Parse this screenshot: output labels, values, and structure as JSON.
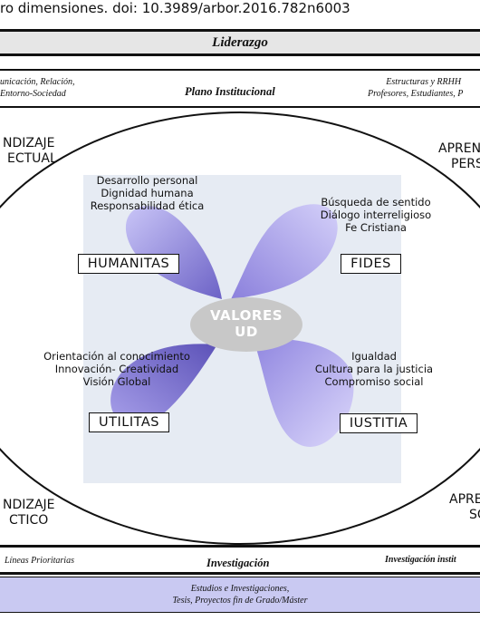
{
  "header": {
    "citation": "ro dimensiones. doi: 10.3989/arbor.2016.782n6003",
    "liderazgo": "Liderazgo"
  },
  "plano": {
    "left_line1": "unicación, Relación,",
    "left_line2": "Entorno-Sociedad",
    "center": "Plano Institucional",
    "right_line1": "Estructuras y RRHH",
    "right_line2": "Profesores, Estudiantes, P"
  },
  "corners": {
    "top_left_1": "NDIZAJE",
    "top_left_2": "ECTUAL",
    "top_right_1": "APREN",
    "top_right_2": "PERS",
    "bottom_left_1": "NDIZAJE",
    "bottom_left_2": "CTICO",
    "bottom_right_1": "APRE",
    "bottom_right_2": "SO"
  },
  "petals": {
    "humanitas": {
      "label": "HUMANITAS",
      "lines": [
        "Desarrollo personal",
        "Dignidad humana",
        "Responsabilidad ética"
      ]
    },
    "fides": {
      "label": "FIDES",
      "lines": [
        "Búsqueda de sentido",
        "Diálogo interreligioso",
        "Fe Cristiana"
      ]
    },
    "utilitas": {
      "label": "UTILITAS",
      "lines": [
        "Orientación al conocimiento",
        "Innovación- Creatividad",
        "Visión Global"
      ]
    },
    "iustitia": {
      "label": "IUSTITIA",
      "lines": [
        "Igualdad",
        "Cultura para la justicia",
        "Compromiso social"
      ]
    }
  },
  "center": {
    "line1": "VALORES",
    "line2": "UD"
  },
  "investigacion": {
    "left": "Líneas Prioritarias",
    "center": "Investigación",
    "right": "Investigación instit"
  },
  "estudios": {
    "line1": "Estudios e Investigaciones,",
    "line2": "Tesis, Proyectos fin de Grado/Máster"
  },
  "colors": {
    "petal_light": "#c7c3f5",
    "petal_dark": "#6e64c8",
    "center_oval": "#c8c8c8",
    "photo_bg": "#e6ebf3",
    "estudios_band": "#c9c9f2"
  }
}
